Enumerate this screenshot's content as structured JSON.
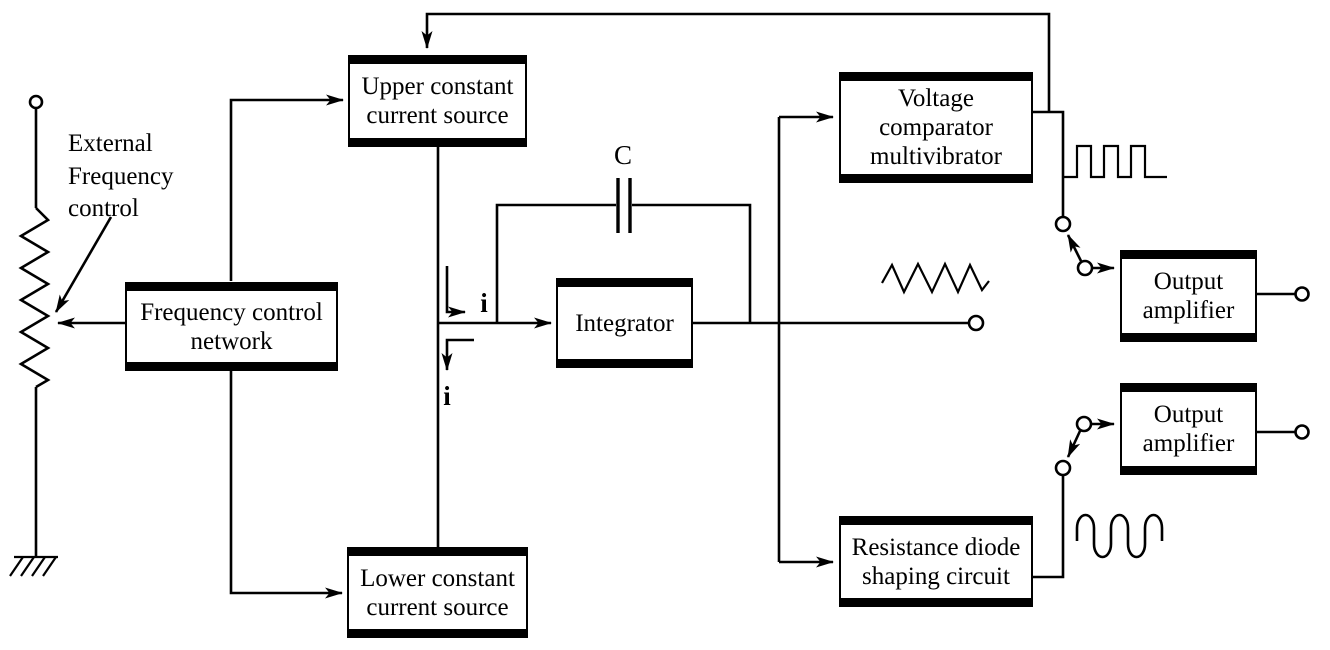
{
  "diagram": {
    "type": "block-diagram",
    "subject": "Function generator block diagram",
    "colors": {
      "background": "#ffffff",
      "line": "#000000",
      "box_fill": "#ffffff"
    },
    "blocks": {
      "upper_constant_current_source": "Upper constant\ncurrent source",
      "lower_constant_current_source": "Lower constant\ncurrent source",
      "frequency_control_network": "Frequency control\nnetwork",
      "integrator": "Integrator",
      "voltage_comparator_multivibrator": "Voltage\ncomparator\nmultivibrator",
      "resistance_diode_shaping_circuit": "Resistance diode\nshaping circuit",
      "output_amplifier_square": "Output\namplifier",
      "output_amplifier_sine": "Output\namplifier"
    },
    "labels": {
      "external_frequency_control": "External\nFrequency\ncontrol",
      "capacitor": "C",
      "current_upper": "i",
      "current_lower": "i"
    },
    "symbols": [
      "potentiometer",
      "ground",
      "capacitor",
      "square-wave",
      "triangle-wave",
      "sine-wave",
      "selector-switch-square",
      "selector-switch-sine",
      "output-terminal-triangle",
      "output-terminal-square",
      "output-terminal-sine"
    ]
  }
}
